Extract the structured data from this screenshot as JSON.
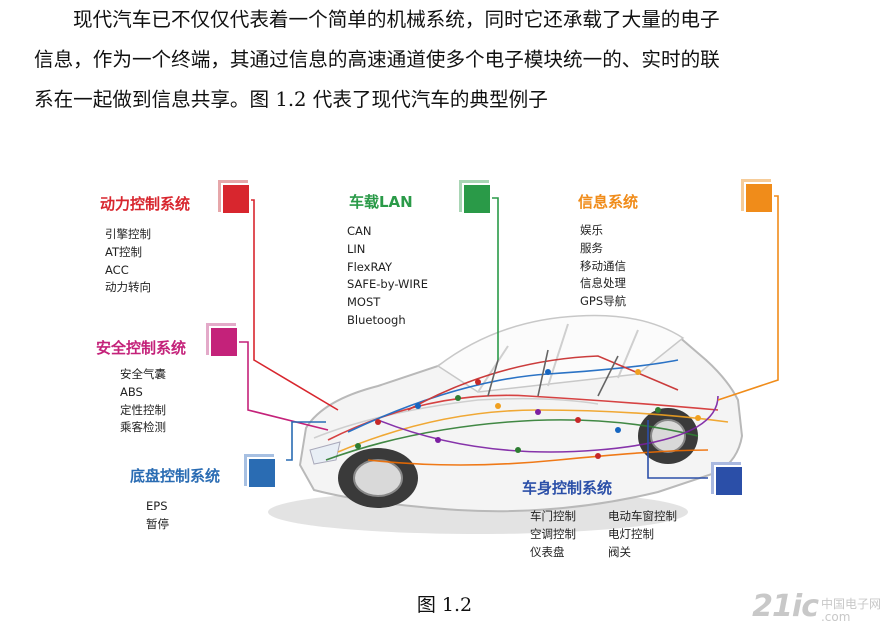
{
  "paragraph": {
    "lines": [
      "现代汽车已不仅仅代表着一个简单的机械系统，同时它还承载了大量的电子",
      "信息，作为一个终端，其通过信息的高速通道使多个电子模块统一的、实时的联",
      "系在一起做到信息共享。图 1.2 代表了现代汽车的典型例子"
    ]
  },
  "figure": {
    "groups": {
      "power": {
        "title": "动力控制系统",
        "color": "#d8262e",
        "items": [
          "引擎控制",
          "AT控制",
          "ACC",
          "动力转向"
        ]
      },
      "safety": {
        "title": "安全控制系统",
        "color": "#c4227a",
        "items": [
          "安全气囊",
          "ABS",
          "定性控制",
          "乘客检测"
        ]
      },
      "chassis": {
        "title": "底盘控制系统",
        "color": "#2a6cb3",
        "items": [
          "EPS",
          "暂停"
        ]
      },
      "lan": {
        "title": "车载LAN",
        "color": "#2a9a48",
        "items": [
          "CAN",
          "LIN",
          "FlexRAY",
          "SAFE-by-WIRE",
          "MOST",
          "Bluetoogh"
        ]
      },
      "info": {
        "title": "信息系统",
        "color": "#f08c1a",
        "items": [
          "娱乐",
          "服务",
          "移动通信",
          "信息处理",
          "GPS导航"
        ]
      },
      "body": {
        "title": "车身控制系统",
        "color": "#2b4fa8",
        "col1": [
          "车门控制",
          "空调控制",
          "仪表盘"
        ],
        "col2": [
          "电动车窗控制",
          "电灯控制",
          "阀关"
        ]
      }
    }
  },
  "caption": "图 1.2",
  "watermark": {
    "big": "21ic",
    "small1": "中国电子网",
    "small2": ".com"
  }
}
